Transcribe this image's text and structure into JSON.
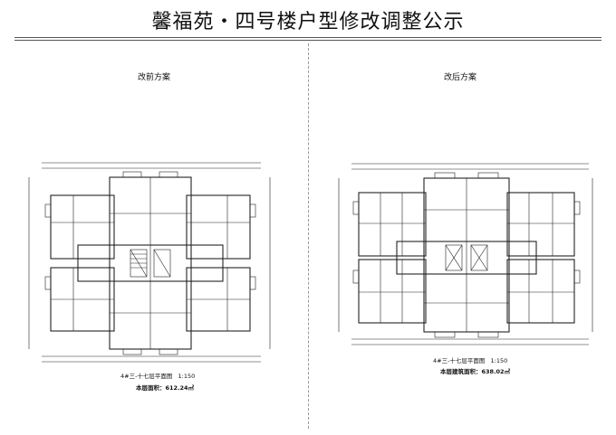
{
  "title": "馨福苑・四号楼户型修改调整公示",
  "left": {
    "label": "改前方案",
    "caption": "4#三-十七层平面图",
    "scale": "1:150",
    "area": "本层面积：612.24㎡"
  },
  "right": {
    "label": "改后方案",
    "caption": "4#三-十七层平面图",
    "scale": "1:150",
    "area": "本层建筑面积：638.02㎡"
  }
}
